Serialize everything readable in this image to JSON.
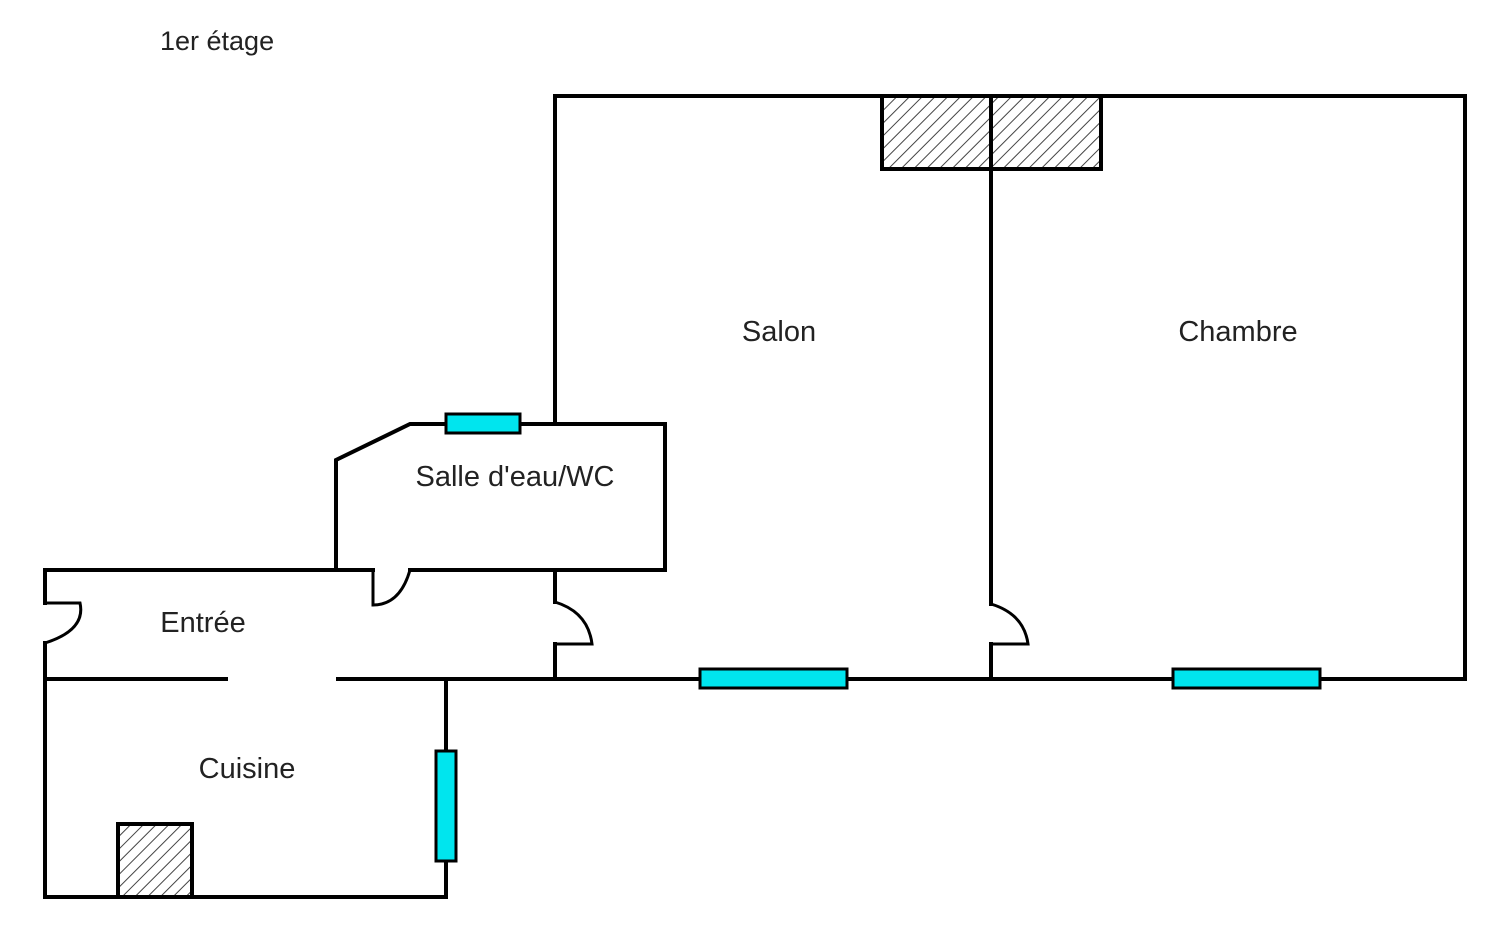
{
  "floor_label": "1er étage",
  "rooms": {
    "salon": "Salon",
    "chambre": "Chambre",
    "salle_eau": "Salle d'eau/WC",
    "entree": "Entrée",
    "cuisine": "Cuisine"
  },
  "colors": {
    "wall": "#000000",
    "window": "#00e5ee",
    "background": "#ffffff"
  }
}
